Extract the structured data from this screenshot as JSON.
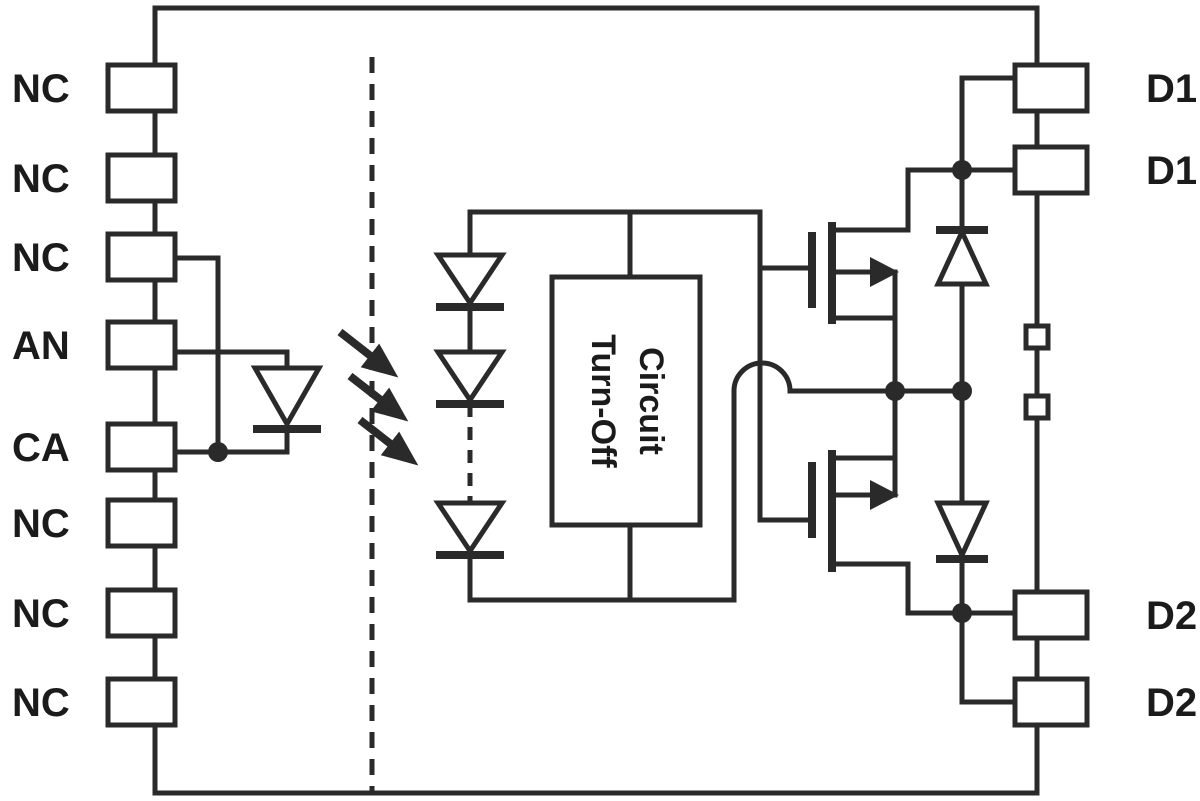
{
  "colors": {
    "stroke": "#2a2a2a",
    "ink": "#1b1b1b",
    "background": "#ffffff"
  },
  "pins": {
    "left": [
      "NC",
      "NC",
      "NC",
      "AN",
      "CA",
      "NC",
      "NC",
      "NC"
    ],
    "right": [
      "D1",
      "D1",
      "D2",
      "D2"
    ]
  },
  "turn_off_circuit": {
    "line1": "Turn-Off",
    "line2": "Circuit"
  }
}
